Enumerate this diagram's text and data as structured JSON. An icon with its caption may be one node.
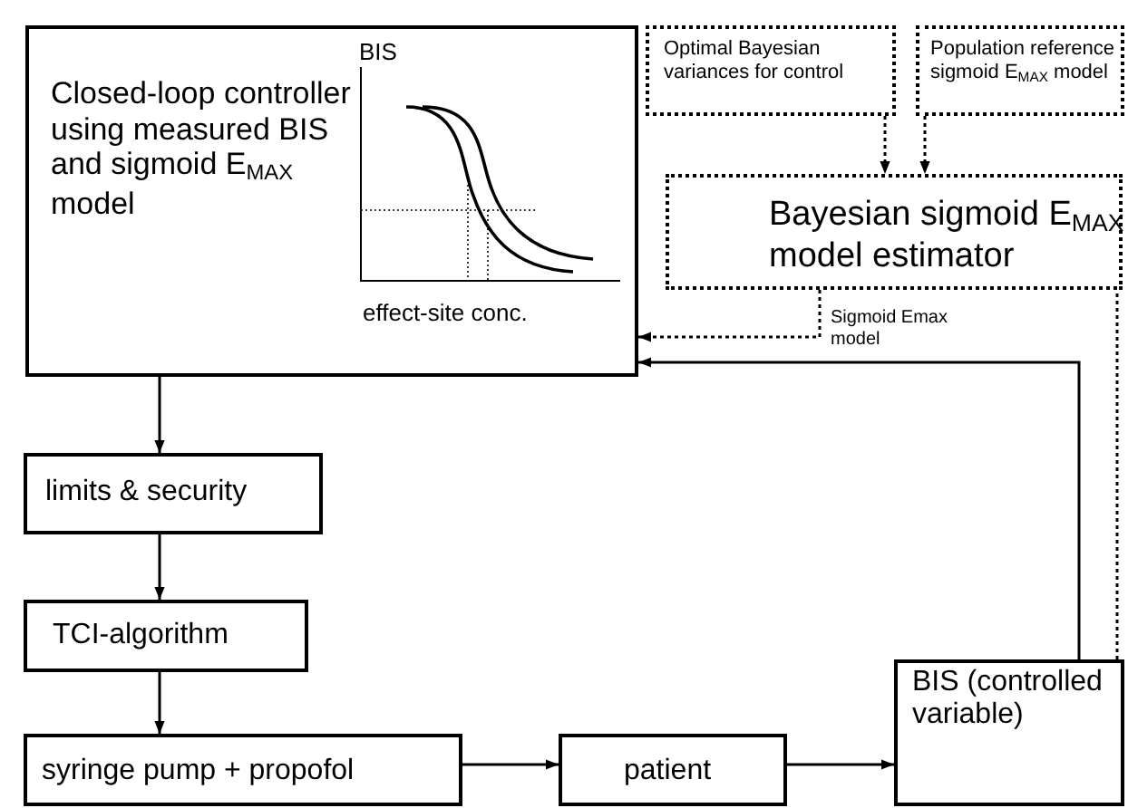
{
  "diagram": {
    "nodes": [
      {
        "text": [
          "Closed-loop controller using measured BIS and sigmoid E$_{MAX}$ model",
          "BIS",
          "effect-site conc."
        ]
      },
      {
        "text": [
          "Optimal Bayesian variances for control"
        ]
      },
      {
        "text": [
          "Population reference sigmoid E$_{MAX}$ model"
        ]
      },
      {
        "text": [
          "Bayesian sigmoid E$_{MAX}$ model estimator"
        ]
      },
      {
        "text": [
          "limits & security"
        ]
      },
      {
        "text": [
          "TCI-algorithm"
        ]
      },
      {
        "text": [
          "syringe pump + propofol"
        ]
      },
      {
        "text": [
          "patient"
        ]
      },
      {
        "text": [
          "BIS (controlled variable)"
        ]
      }
    ],
    "edges": [
      {
        "from": 1,
        "to": 3,
        "arrow": "to",
        "style": "dashed"
      },
      {
        "from": 2,
        "to": 3,
        "arrow": "to",
        "style": "dashed"
      },
      {
        "from": 3,
        "to": 0,
        "arrow": "to",
        "style": "dashed",
        "label": "Sigmoid Emax model"
      },
      {
        "from": 8,
        "to": 0,
        "arrow": "to"
      },
      {
        "from": 8,
        "to": 3,
        "arrow": "none",
        "style": "dashed"
      },
      {
        "from": 0,
        "to": 4,
        "arrow": "to"
      },
      {
        "from": 4,
        "to": 5,
        "arrow": "to"
      },
      {
        "from": 5,
        "to": 6,
        "arrow": "to"
      },
      {
        "from": 6,
        "to": 7,
        "arrow": "to"
      },
      {
        "from": 7,
        "to": 8,
        "arrow": "to"
      }
    ]
  }
}
